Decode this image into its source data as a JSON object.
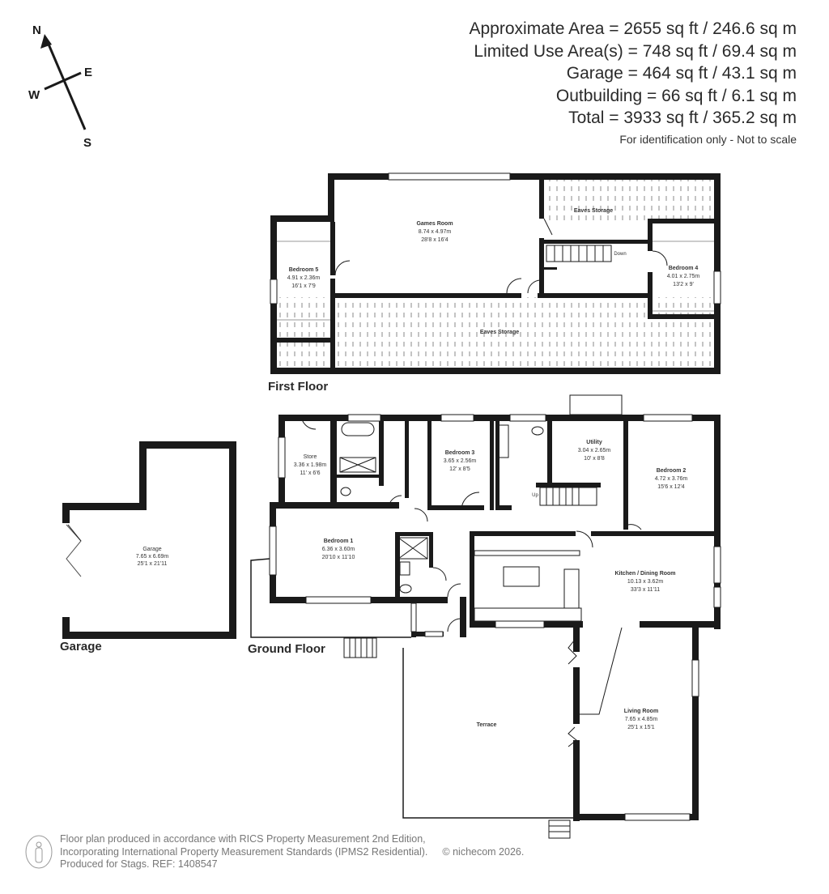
{
  "areas": {
    "approximate": "Approximate Area = 2655 sq ft / 246.6 sq m",
    "limited_use": "Limited Use Area(s) = 748 sq ft / 69.4 sq m",
    "garage": "Garage = 464 sq ft / 43.1 sq m",
    "outbuilding": "Outbuilding = 66 sq ft / 6.1 sq m",
    "total": "Total = 3933 sq ft / 365.2 sq m",
    "note": "For identification only - Not to scale"
  },
  "compass": {
    "n": "N",
    "e": "E",
    "s": "S",
    "w": "W",
    "icon": "compass-icon"
  },
  "floors": {
    "first": "First Floor",
    "ground": "Ground Floor",
    "garage": "Garage"
  },
  "rooms": {
    "games_room": {
      "name": "Games Room",
      "metric": "8.74 x 4.97m",
      "imperial": "28'8 x 16'4"
    },
    "bedroom5": {
      "name": "Bedroom 5",
      "metric": "4.91 x 2.36m",
      "imperial": "16'1 x 7'9"
    },
    "bedroom4": {
      "name": "Bedroom 4",
      "metric": "4.01 x 2.75m",
      "imperial": "13'2 x 9'"
    },
    "eaves_top": {
      "name": "Eaves Storage"
    },
    "eaves_bottom": {
      "name": "Eaves Storage"
    },
    "stairs_down": {
      "name": "Down"
    },
    "store": {
      "name": "Store",
      "metric": "3.36 x 1.98m",
      "imperial": "11' x 6'6"
    },
    "bedroom3": {
      "name": "Bedroom 3",
      "metric": "3.65 x 2.56m",
      "imperial": "12' x 8'5"
    },
    "utility": {
      "name": "Utility",
      "metric": "3.04 x 2.65m",
      "imperial": "10' x 8'8"
    },
    "bedroom2": {
      "name": "Bedroom 2",
      "metric": "4.72 x 3.76m",
      "imperial": "15'6 x 12'4"
    },
    "bedroom1": {
      "name": "Bedroom 1",
      "metric": "6.36 x 3.60m",
      "imperial": "20'10 x 11'10"
    },
    "kitchen": {
      "name": "Kitchen / Dining Room",
      "metric": "10.13 x 3.62m",
      "imperial": "33'3 x 11'11"
    },
    "living": {
      "name": "Living Room",
      "metric": "7.65 x 4.85m",
      "imperial": "25'1 x 15'1"
    },
    "terrace": {
      "name": "Terrace"
    },
    "garage": {
      "name": "Garage",
      "metric": "7.65 x 6.69m",
      "imperial": "25'1 x 21'11"
    },
    "stairs_up": {
      "name": "Up"
    }
  },
  "footer": {
    "line1": "Floor plan produced in accordance with RICS Property Measurement 2nd Edition,",
    "line2": "Incorporating International Property Measurement Standards (IPMS2 Residential).",
    "line3": "Produced for Stags.   REF: 1408547",
    "copyright": "© nichecom 2026."
  },
  "colors": {
    "wall": "#1a1a1a",
    "text": "#333333",
    "hatch": "#8a8a8a",
    "footer_text": "#777777"
  }
}
